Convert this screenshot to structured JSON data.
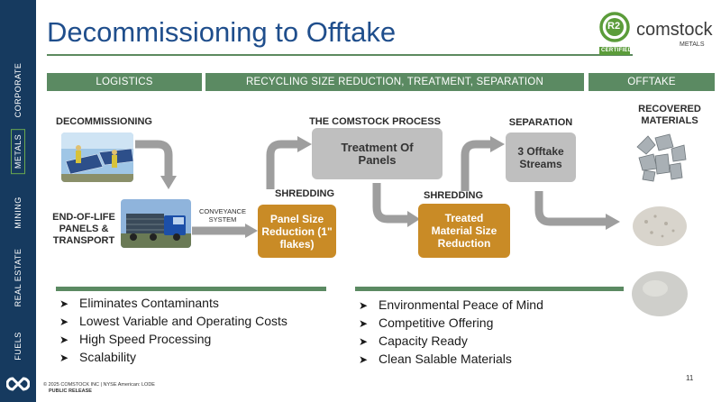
{
  "sidebar": {
    "items": [
      {
        "label": "CORPORATE",
        "active": false
      },
      {
        "label": "METALS",
        "active": true
      },
      {
        "label": "MINING",
        "active": false
      },
      {
        "label": "REAL ESTATE",
        "active": false
      },
      {
        "label": "FUELS",
        "active": false
      }
    ],
    "logo_icon": "infinity-icon"
  },
  "title": "Decommissioning to Offtake",
  "logo": {
    "badge": "R2",
    "badge_sub": "CERTIFIED",
    "brand": "comstock",
    "brand_sub": "METALS"
  },
  "headers": {
    "logistics": "LOGISTICS",
    "recycling": "RECYCLING SIZE REDUCTION, TREATMENT, SEPARATION",
    "offtake": "OFFTAKE"
  },
  "flow": {
    "decommissioning": "DECOMMISSIONING",
    "end_of_life": "END-OF-LIFE PANELS & TRANSPORT",
    "conveyance": "CONVEYANCE SYSTEM",
    "shredding_1": "SHREDDING",
    "panel_size": "Panel Size Reduction (1\" flakes)",
    "process_title": "THE COMSTOCK PROCESS",
    "treatment": "Treatment Of Panels",
    "shredding_2": "SHREDDING",
    "treated": "Treated Material Size Reduction",
    "separation": "SEPARATION",
    "streams": "3 Offtake Streams",
    "recovered": "RECOVERED MATERIALS"
  },
  "bullets_left": [
    "Eliminates Contaminants",
    "Lowest Variable and Operating Costs",
    "High Speed Processing",
    "Scalability"
  ],
  "bullets_right": [
    "Environmental Peace of Mind",
    "Competitive Offering",
    "Capacity Ready",
    "Clean Salable Materials"
  ],
  "footer": {
    "copyright": "© 2025 COMSTOCK INC | NYSE American: LODE",
    "release": "PUBLIC RELEASE"
  },
  "page_number": "11",
  "colors": {
    "navy": "#163a5f",
    "title_blue": "#1f4e8c",
    "green": "#5b8a62",
    "gold": "#c98b26",
    "gray": "#bfbfbf"
  }
}
